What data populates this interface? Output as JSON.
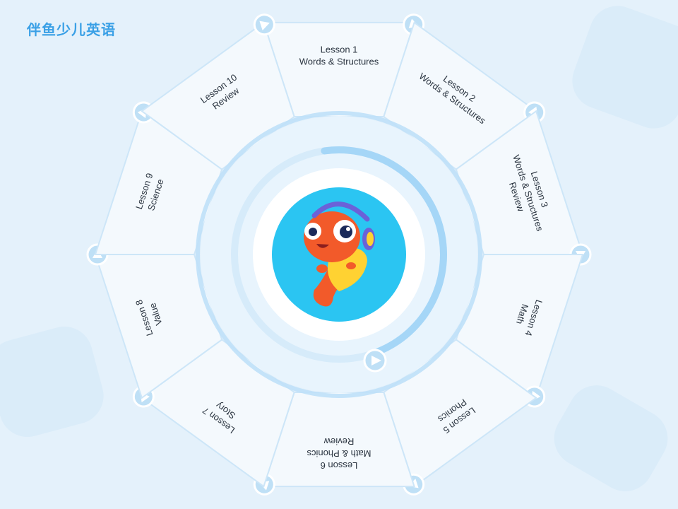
{
  "brand": {
    "title": "伴鱼少儿英语"
  },
  "colors": {
    "background": "#e4f1fb",
    "segment": "#f4f9fd",
    "accent": "#3aa0e6",
    "mascot_bg": "#2bc5f2",
    "fish_orange": "#f25a2a",
    "fish_yellow": "#ffd232",
    "headphones": "#6b62d8"
  },
  "center": {
    "mascot_icon": "fish-mascot-with-headphones"
  },
  "lessons": [
    {
      "lines": [
        "Lesson 1",
        "Words & Structures"
      ]
    },
    {
      "lines": [
        "Lesson 2",
        "Words & Structures"
      ]
    },
    {
      "lines": [
        "Lesson 3",
        "Words & Structures",
        "Review"
      ]
    },
    {
      "lines": [
        "Lesson 4",
        "Math"
      ]
    },
    {
      "lines": [
        "Lesson 5",
        "Phonics"
      ]
    },
    {
      "lines": [
        "Lesson 6",
        "Math & Phonics",
        "Review"
      ]
    },
    {
      "lines": [
        "Lesson 7",
        "Story"
      ]
    },
    {
      "lines": [
        "Lesson 8",
        "Value"
      ]
    },
    {
      "lines": [
        "Lesson 9",
        "Science"
      ]
    },
    {
      "lines": [
        "Lesson 10",
        "Review"
      ]
    }
  ]
}
